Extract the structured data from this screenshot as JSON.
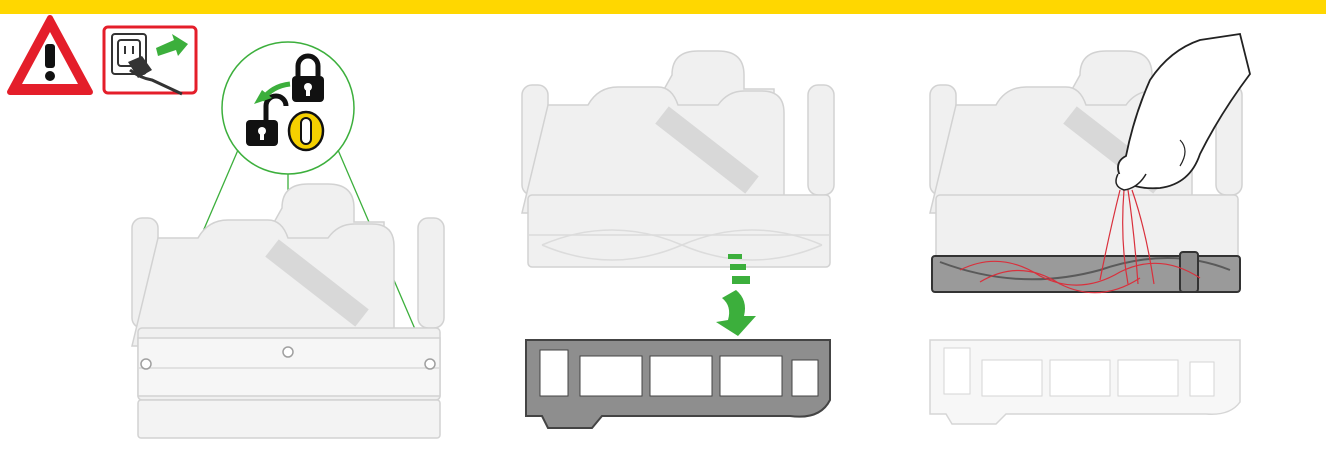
{
  "colors": {
    "accent_bar": "#FFD700",
    "warning_red": "#E41E2A",
    "green": "#3CAF3C",
    "machine_fill": "#EFEFEF",
    "machine_stroke": "#CFCFCF",
    "dark_part": "#8E8E8E",
    "hair": "#D9303C",
    "lock_fill": "#111111",
    "coin_yellow": "#F5D000"
  },
  "icons": {
    "warning": "warning-triangle-icon",
    "unplug": "unplug-power-icon",
    "lock": "lock-icon",
    "unlock": "unlock-icon",
    "coin": "coin-screwdriver-icon"
  },
  "steps": [
    {
      "id": "step-1",
      "action": "unlock-baseplate"
    },
    {
      "id": "step-2",
      "action": "remove-baseplate"
    },
    {
      "id": "step-3",
      "action": "remove-hair-from-brushroll"
    }
  ]
}
